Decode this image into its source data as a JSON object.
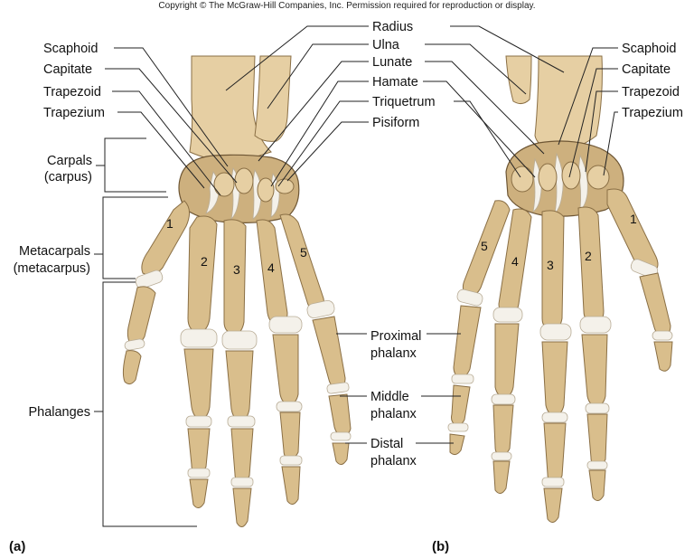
{
  "copyright": "Copyright © The McGraw-Hill Companies, Inc. Permission required for reproduction or display.",
  "panels": {
    "a": "(a)",
    "b": "(b)"
  },
  "labels": {
    "radius": "Radius",
    "ulna": "Ulna",
    "lunate": "Lunate",
    "hamate": "Hamate",
    "triquetrum": "Triquetrum",
    "pisiform": "Pisiform",
    "scaphoid": "Scaphoid",
    "capitate": "Capitate",
    "trapezoid": "Trapezoid",
    "trapezium": "Trapezium",
    "carpals_line1": "Carpals",
    "carpals_line2": "(carpus)",
    "metacarpals_line1": "Metacarpals",
    "metacarpals_line2": "(metacarpus)",
    "phalanges": "Phalanges",
    "proximal_line1": "Proximal",
    "proximal_line2": "phalanx",
    "middle_line1": "Middle",
    "middle_line2": "phalanx",
    "distal_line1": "Distal",
    "distal_line2": "phalanx"
  },
  "digits": {
    "a": [
      "1",
      "2",
      "3",
      "4",
      "5"
    ],
    "b": [
      "5",
      "4",
      "3",
      "2",
      "1"
    ]
  },
  "colors": {
    "bone": "#d9be8c",
    "cartilage": "#f4f1ea",
    "text": "#111111"
  }
}
